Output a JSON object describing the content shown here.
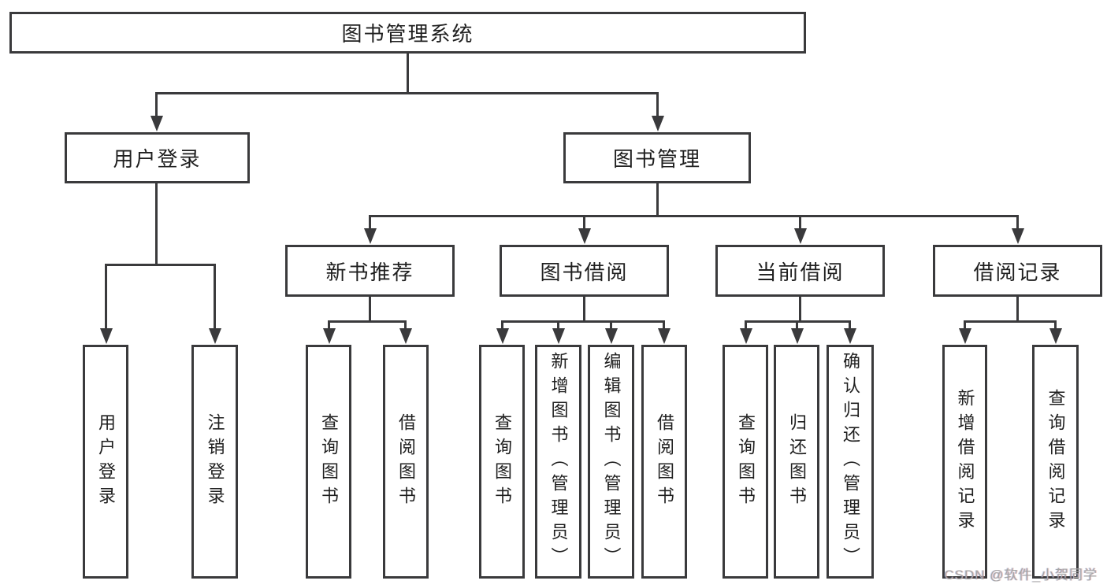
{
  "colors": {
    "line": "#3a3a3c",
    "text": "#1f1f1f",
    "background": "#ffffff",
    "watermark": "#a6a6a6"
  },
  "diagram": {
    "root": {
      "label": "图书管理系统"
    },
    "level2": [
      {
        "label": "用户登录"
      },
      {
        "label": "图书管理"
      }
    ],
    "level3": [
      {
        "label": "新书推荐"
      },
      {
        "label": "图书借阅"
      },
      {
        "label": "当前借阅"
      },
      {
        "label": "借阅记录"
      }
    ],
    "leaves": {
      "user_login": [
        "用户登录",
        "注销登录"
      ],
      "new_books": [
        "查询图书",
        "借阅图书"
      ],
      "book_borrow": [
        "查询图书",
        "新增图书（管理员）",
        "编辑图书（管理员）",
        "借阅图书"
      ],
      "current_borrow": [
        "查询图书",
        "归还图书",
        "确认归还（管理员）"
      ],
      "borrow_records": [
        "新增借阅记录",
        "查询借阅记录"
      ]
    }
  },
  "watermark": {
    "text": "CSDN @软件_小贺同学"
  }
}
